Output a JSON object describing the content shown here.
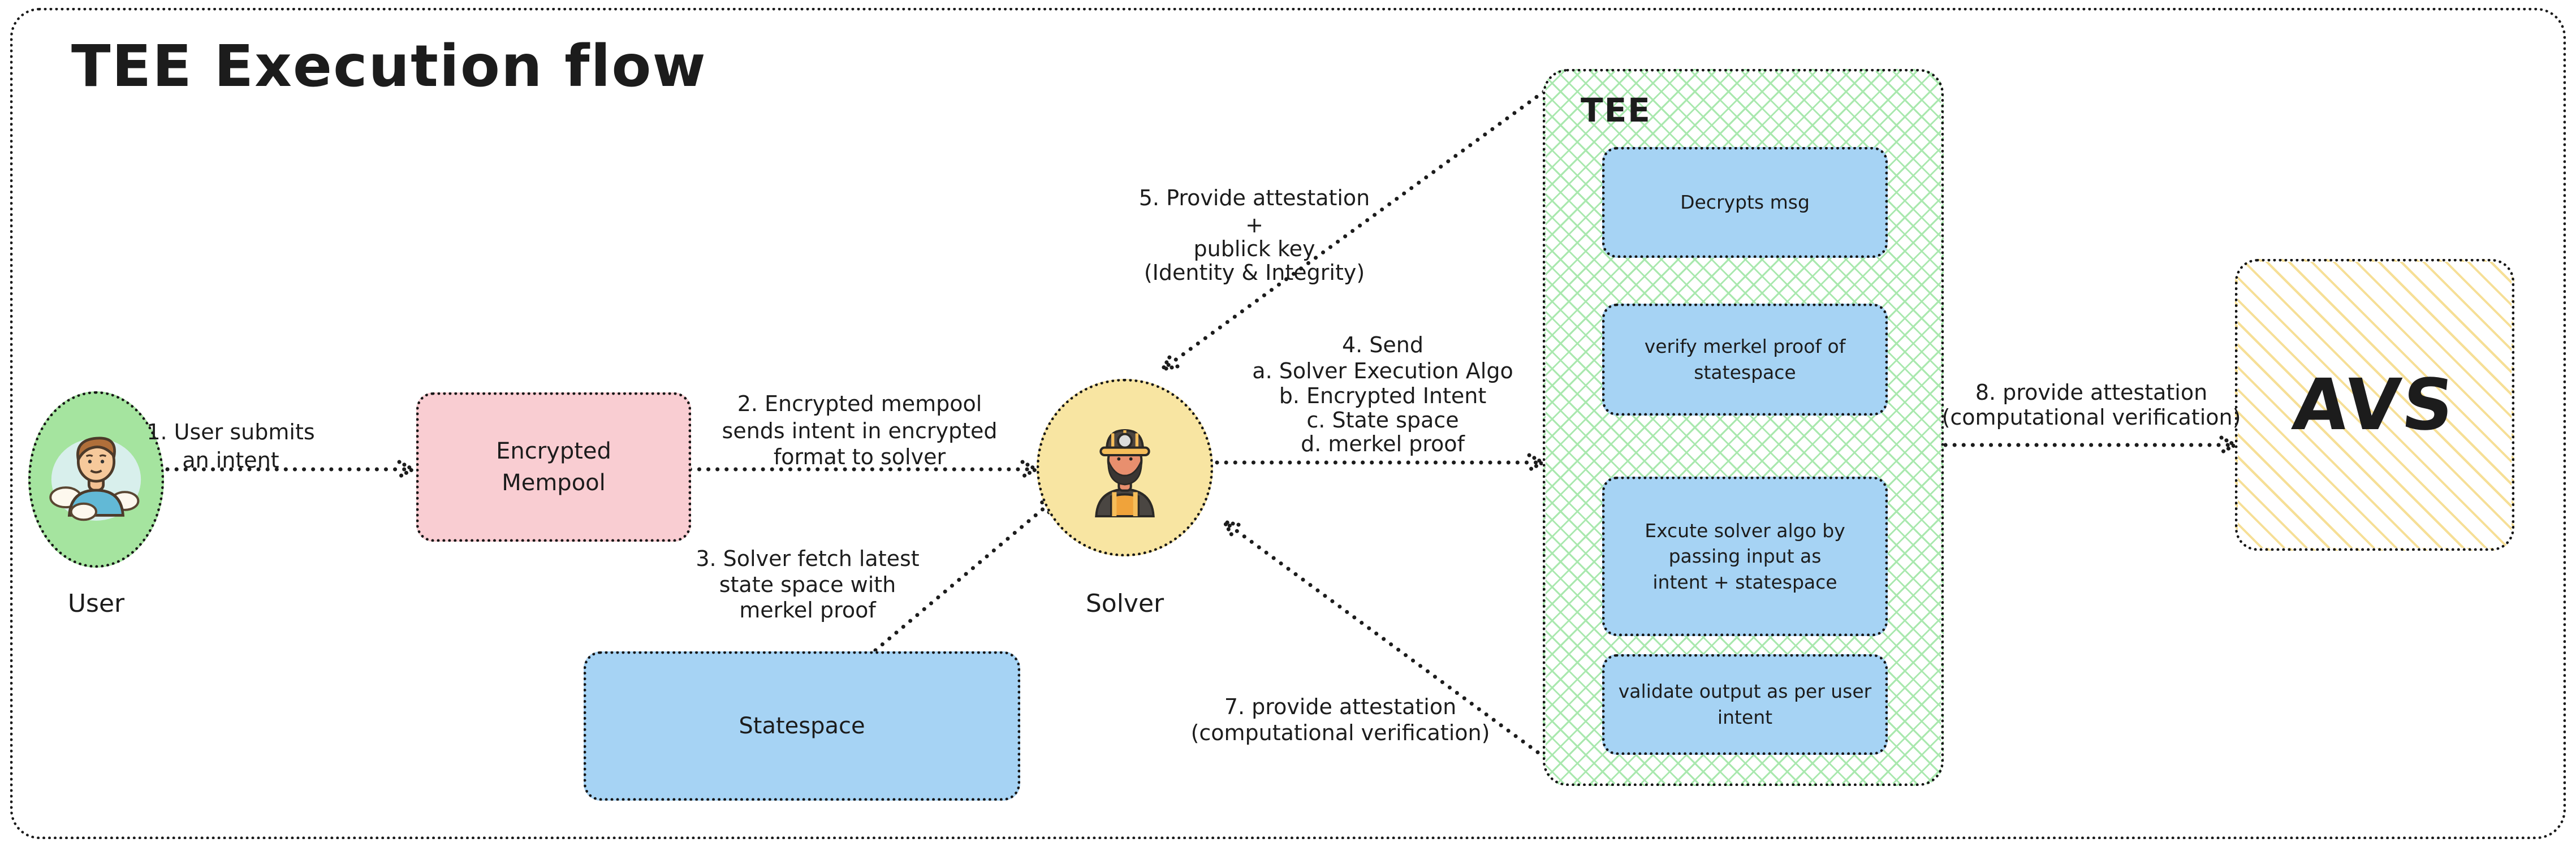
{
  "title": "TEE Execution flow",
  "nodes": {
    "user": {
      "label": "User"
    },
    "mempool": {
      "lines": [
        "Encrypted",
        "Mempool"
      ]
    },
    "statespace": {
      "label": "Statespace"
    },
    "solver": {
      "label": "Solver"
    },
    "tee": {
      "label": "TEE",
      "steps": [
        {
          "lines": [
            "Decrypts msg"
          ]
        },
        {
          "lines": [
            "verify merkel proof of",
            "statespace"
          ]
        },
        {
          "lines": [
            "Excute solver algo by",
            "passing input as",
            "intent + statespace"
          ]
        },
        {
          "lines": [
            "validate output as per user",
            "intent"
          ]
        }
      ]
    },
    "avs": {
      "label": "AVS"
    }
  },
  "edge_labels": {
    "e1": {
      "lines": [
        "1. User submits",
        "an intent"
      ]
    },
    "e2": {
      "lines": [
        "2. Encrypted mempool",
        "sends intent in encrypted",
        "format to solver"
      ]
    },
    "e3": {
      "lines": [
        "3. Solver fetch latest",
        "state space with",
        "merkel proof"
      ]
    },
    "e4": {
      "lines": [
        "4. Send",
        "a. Solver Execution Algo",
        "b. Encrypted Intent",
        "c. State space",
        "d. merkel proof"
      ]
    },
    "e5": {
      "lines": [
        "5. Provide attestation",
        "+",
        "publick key",
        "(Identity & Integrity)"
      ]
    },
    "e7": {
      "lines": [
        "7. provide attestation",
        "(computational verification)"
      ]
    },
    "e8": {
      "lines": [
        "8. provide attestation",
        "(computational verification)"
      ]
    }
  },
  "icons": {
    "user_avatar": "user-avatar",
    "solver_avatar": "miner-avatar"
  },
  "colors": {
    "ink": "#1c1c1c",
    "user_fill": "#a5e49f",
    "mempool_fill": "#f9cdd2",
    "box_blue": "#a6d3f4",
    "solver_fill": "#f8e5a2",
    "tee_hatch": "#a9e8ae",
    "avs_hatch": "#f6df96"
  }
}
